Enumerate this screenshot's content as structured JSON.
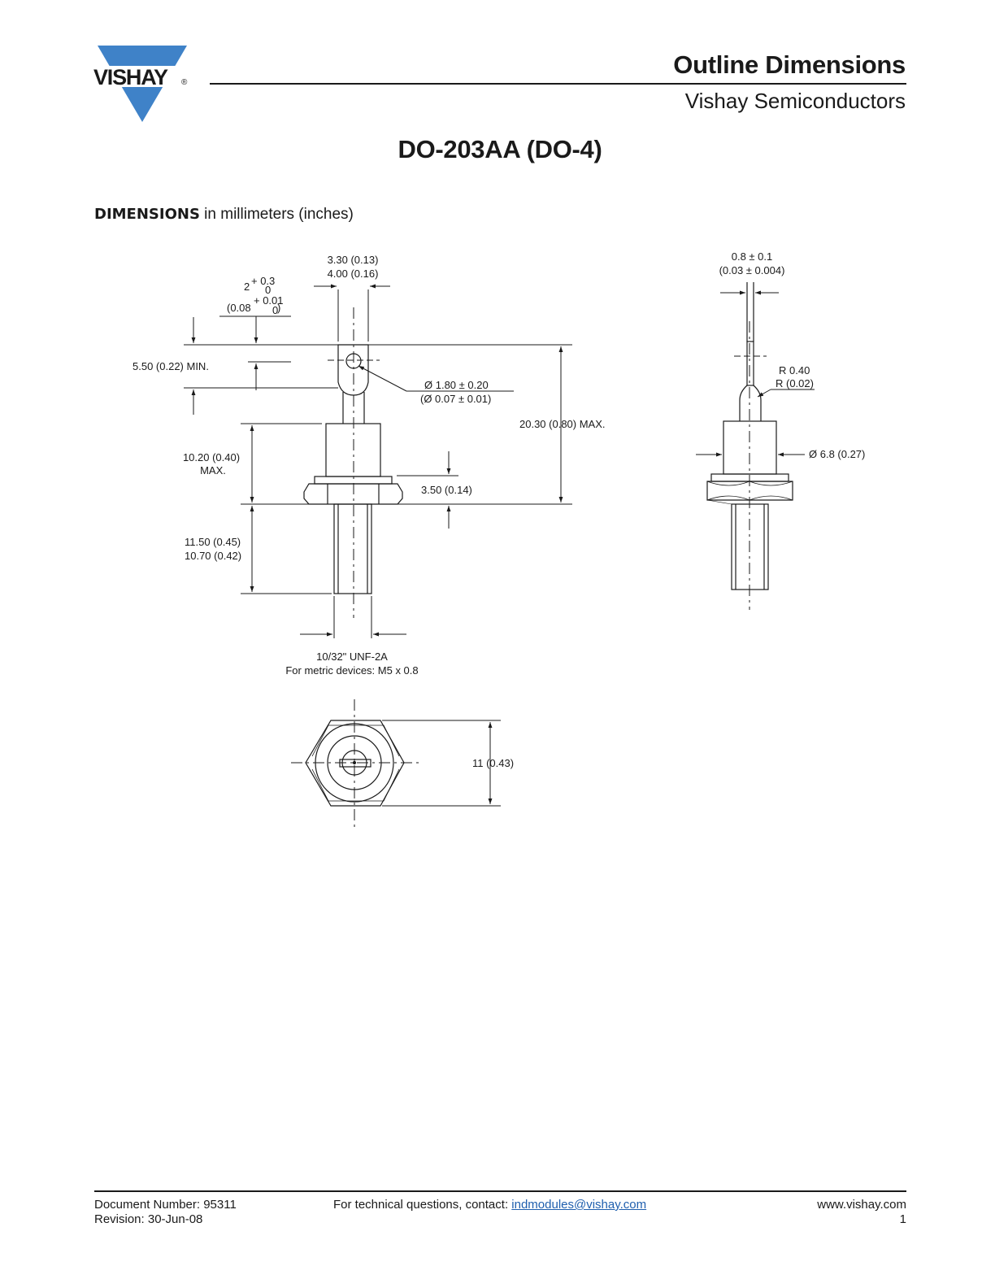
{
  "header": {
    "logo_text": "VISHAY",
    "logo_registered": "®",
    "title": "Outline Dimensions",
    "subtitle": "Vishay Semiconductors"
  },
  "document": {
    "title": "DO-203AA (DO-4)",
    "dimensions_heading_bold": "DIMENSIONS",
    "dimensions_heading_rest": " in millimeters (inches)"
  },
  "drawing": {
    "labels": {
      "tab_width_a": "3.30 (0.13)",
      "tab_width_b": "4.00 (0.16)",
      "tab_top_mm_base": "2",
      "tab_top_mm_upper": "+ 0.3",
      "tab_top_mm_lower": "0",
      "tab_top_in_base": "(0.08",
      "tab_top_in_upper": "+ 0.01",
      "tab_top_in_lower": "0",
      "tab_top_in_close": ")",
      "lead_min": "5.50 (0.22) MIN.",
      "hole_dia_mm": "Ø 1.80 ± 0.20",
      "hole_dia_in": "(Ø 0.07 ± 0.01)",
      "overall_max": "20.30 (0.80) MAX.",
      "body_height_a": "10.20 (0.40)",
      "body_height_b": "MAX.",
      "hex_thickness": "3.50 (0.14)",
      "stud_length_a": "11.50 (0.45)",
      "stud_length_b": "10.70 (0.42)",
      "thread_a": "10/32\" UNF-2A",
      "thread_b": "For metric devices: M5 x 0.8",
      "hex_flats": "11 (0.43)",
      "lead_thickness_mm": "0.8 ± 0.1",
      "lead_thickness_in": "(0.03 ± 0.004)",
      "radius_mm": "R 0.40",
      "radius_in": "R (0.02)",
      "body_dia": "Ø 6.8 (0.27)"
    }
  },
  "footer": {
    "document_number": "Document Number: 95311",
    "revision": "Revision: 30-Jun-08",
    "contact_prefix": "For technical questions, contact: ",
    "contact_email": "indmodules@vishay.com",
    "website": "www.vishay.com",
    "page_number": "1"
  },
  "colors": {
    "logo_blue": "#3f82c8",
    "text": "#1a1a1a",
    "link": "#1f5fae"
  }
}
